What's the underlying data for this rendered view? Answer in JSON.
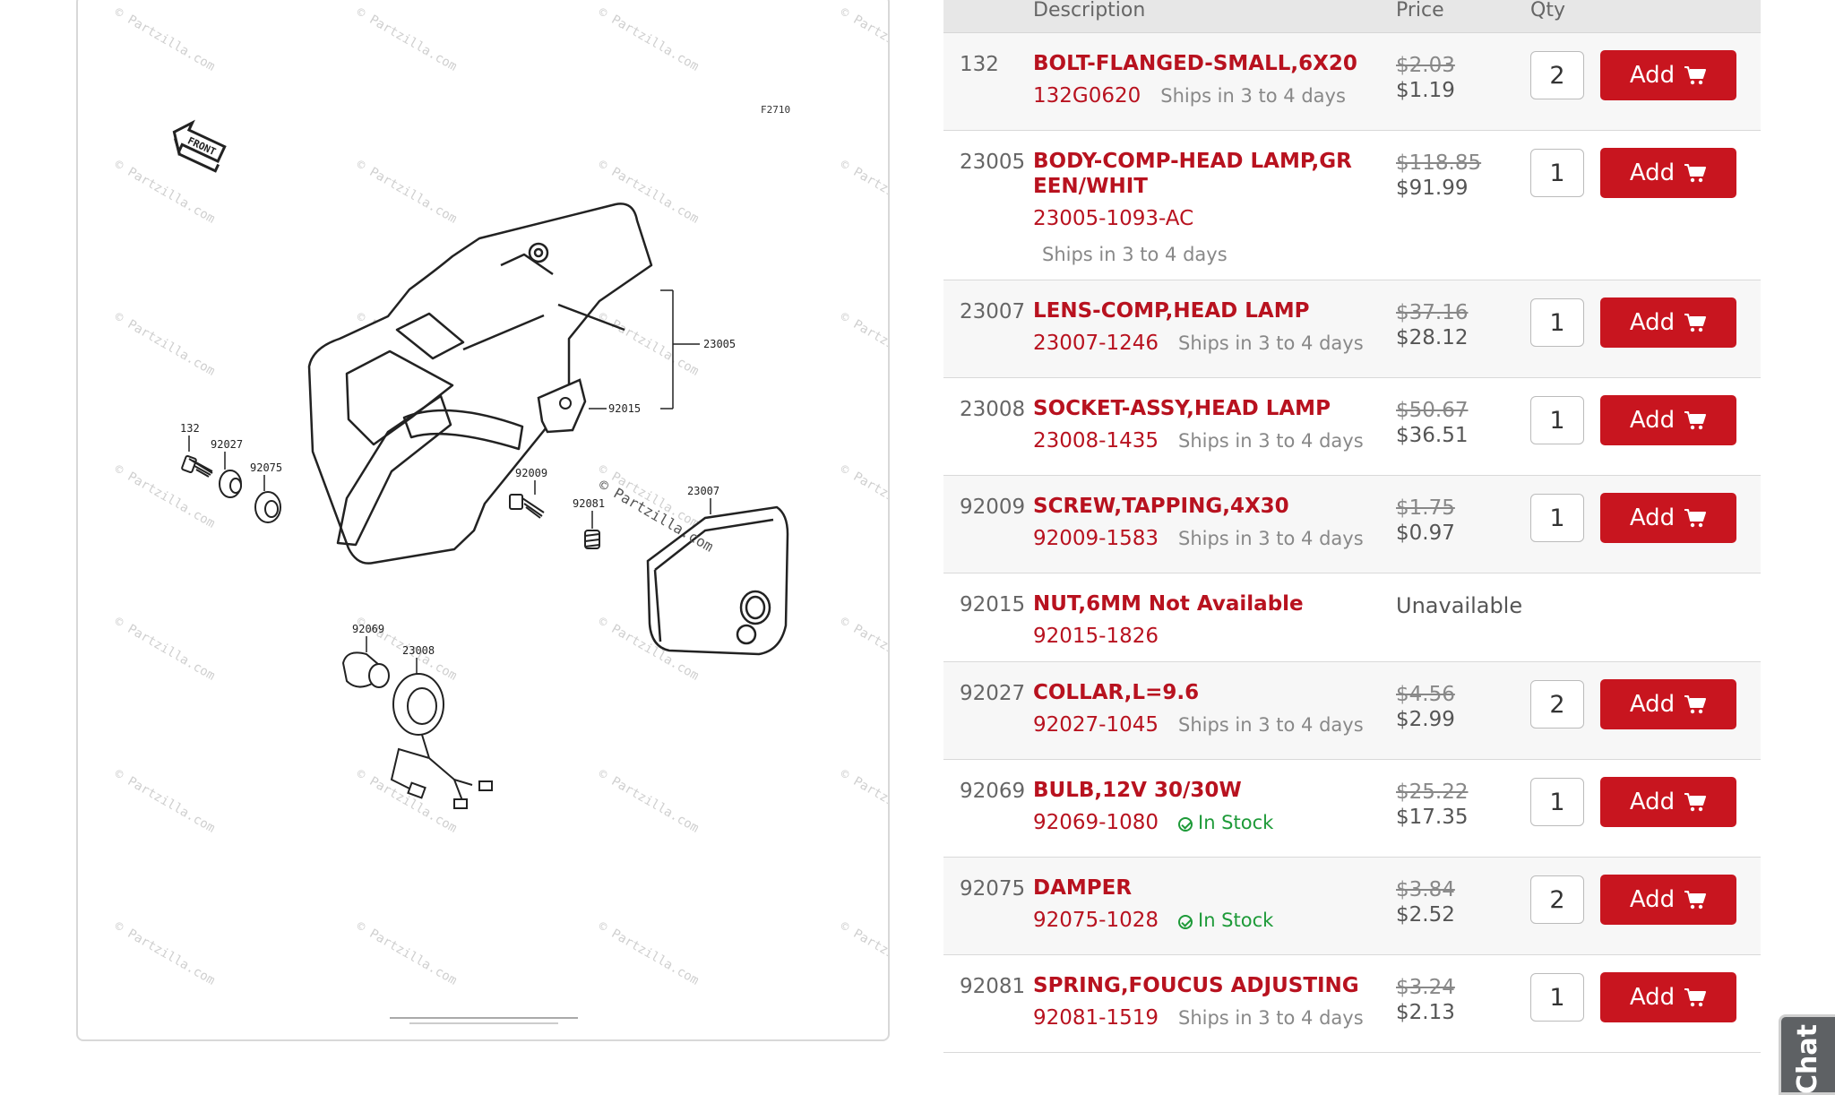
{
  "header": {
    "description_label": "Description",
    "price_label": "Price",
    "qty_label": "Qty"
  },
  "diagram": {
    "code": "F2710",
    "front_label": "FRONT",
    "watermark": "© Partzilla.com",
    "callouts": [
      "132",
      "92027",
      "92075",
      "23005",
      "92015",
      "92009",
      "92081",
      "23007",
      "92069",
      "23008"
    ]
  },
  "add_label": "Add",
  "parts": [
    {
      "ref": "132",
      "name": "BOLT-FLANGED-SMALL,6X20",
      "number": "132G0620",
      "status": "Ships in 3 to 4 days",
      "status_type": "ship",
      "msrp": "$2.03",
      "price": "$1.19",
      "qty": "2"
    },
    {
      "ref": "23005",
      "name": "BODY-COMP-HEAD LAMP,GREEN/WHIT",
      "number": "23005-1093-AC",
      "status": "Ships in 3 to 4 days",
      "status_type": "ship-below",
      "msrp": "$118.85",
      "price": "$91.99",
      "qty": "1"
    },
    {
      "ref": "23007",
      "name": "LENS-COMP,HEAD LAMP",
      "number": "23007-1246",
      "status": "Ships in 3 to 4 days",
      "status_type": "ship",
      "msrp": "$37.16",
      "price": "$28.12",
      "qty": "1"
    },
    {
      "ref": "23008",
      "name": "SOCKET-ASSY,HEAD LAMP",
      "number": "23008-1435",
      "status": "Ships in 3 to 4 days",
      "status_type": "ship",
      "msrp": "$50.67",
      "price": "$36.51",
      "qty": "1"
    },
    {
      "ref": "92009",
      "name": "SCREW,TAPPING,4X30",
      "number": "92009-1583",
      "status": "Ships in 3 to 4 days",
      "status_type": "ship",
      "msrp": "$1.75",
      "price": "$0.97",
      "qty": "1"
    },
    {
      "ref": "92015",
      "name": "NUT,6MM Not Available",
      "number": "92015-1826",
      "status": "",
      "status_type": "none",
      "unavailable": "Unavailable"
    },
    {
      "ref": "92027",
      "name": "COLLAR,L=9.6",
      "number": "92027-1045",
      "status": "Ships in 3 to 4 days",
      "status_type": "ship",
      "msrp": "$4.56",
      "price": "$2.99",
      "qty": "2"
    },
    {
      "ref": "92069",
      "name": "BULB,12V 30/30W",
      "number": "92069-1080",
      "status": "In Stock",
      "status_type": "stock",
      "msrp": "$25.22",
      "price": "$17.35",
      "qty": "1"
    },
    {
      "ref": "92075",
      "name": "DAMPER",
      "number": "92075-1028",
      "status": "In Stock",
      "status_type": "stock",
      "msrp": "$3.84",
      "price": "$2.52",
      "qty": "2"
    },
    {
      "ref": "92081",
      "name": "SPRING,FOUCUS ADJUSTING",
      "number": "92081-1519",
      "status": "Ships in 3 to 4 days",
      "status_type": "ship",
      "msrp": "$3.24",
      "price": "$2.13",
      "qty": "1"
    }
  ],
  "chat_label": "Chat",
  "colors": {
    "brand_red": "#c8151f",
    "link_red": "#b8121f",
    "stock_green": "#1d9a38"
  }
}
